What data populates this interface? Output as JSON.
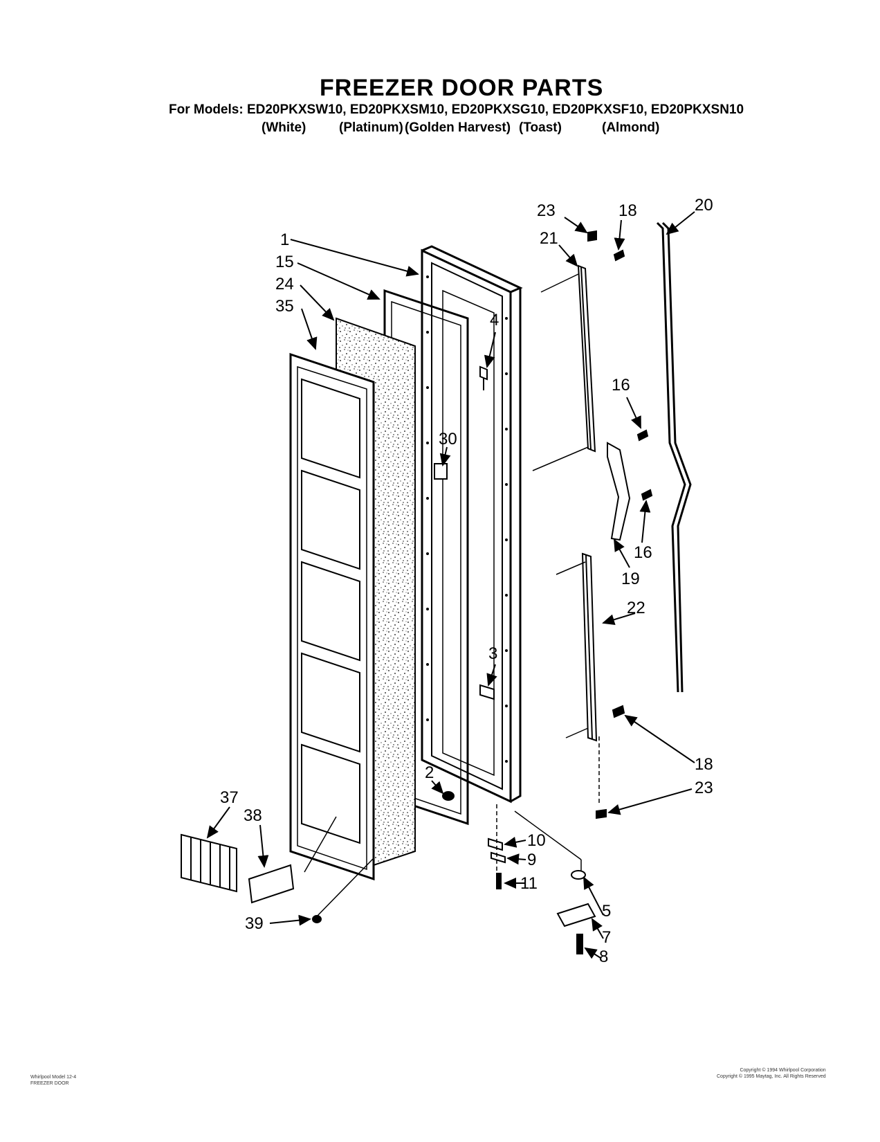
{
  "title": "FREEZER DOOR PARTS",
  "models_line": "For Models: ED20PKXSW10, ED20PKXSM10, ED20PKXSG10, ED20PKXSF10, ED20PKXSN10",
  "colors": [
    "(White)",
    "(Platinum)",
    "(Golden Harvest)",
    "(Toast)",
    "(Almond)"
  ],
  "callouts": [
    "1",
    "15",
    "24",
    "35",
    "4",
    "30",
    "3",
    "2",
    "10",
    "9",
    "11",
    "5",
    "7",
    "8",
    "23",
    "18",
    "21",
    "20",
    "16",
    "16",
    "19",
    "22",
    "18",
    "23",
    "37",
    "38",
    "39"
  ],
  "footer_left": [
    "Whirlpool Model 12-4",
    "FREEZER DOOR"
  ],
  "footer_right": [
    "Copyright © 1994 Whirlpool Corporation",
    "Copyright © 1995 Maytag, Inc. All Rights Reserved"
  ]
}
